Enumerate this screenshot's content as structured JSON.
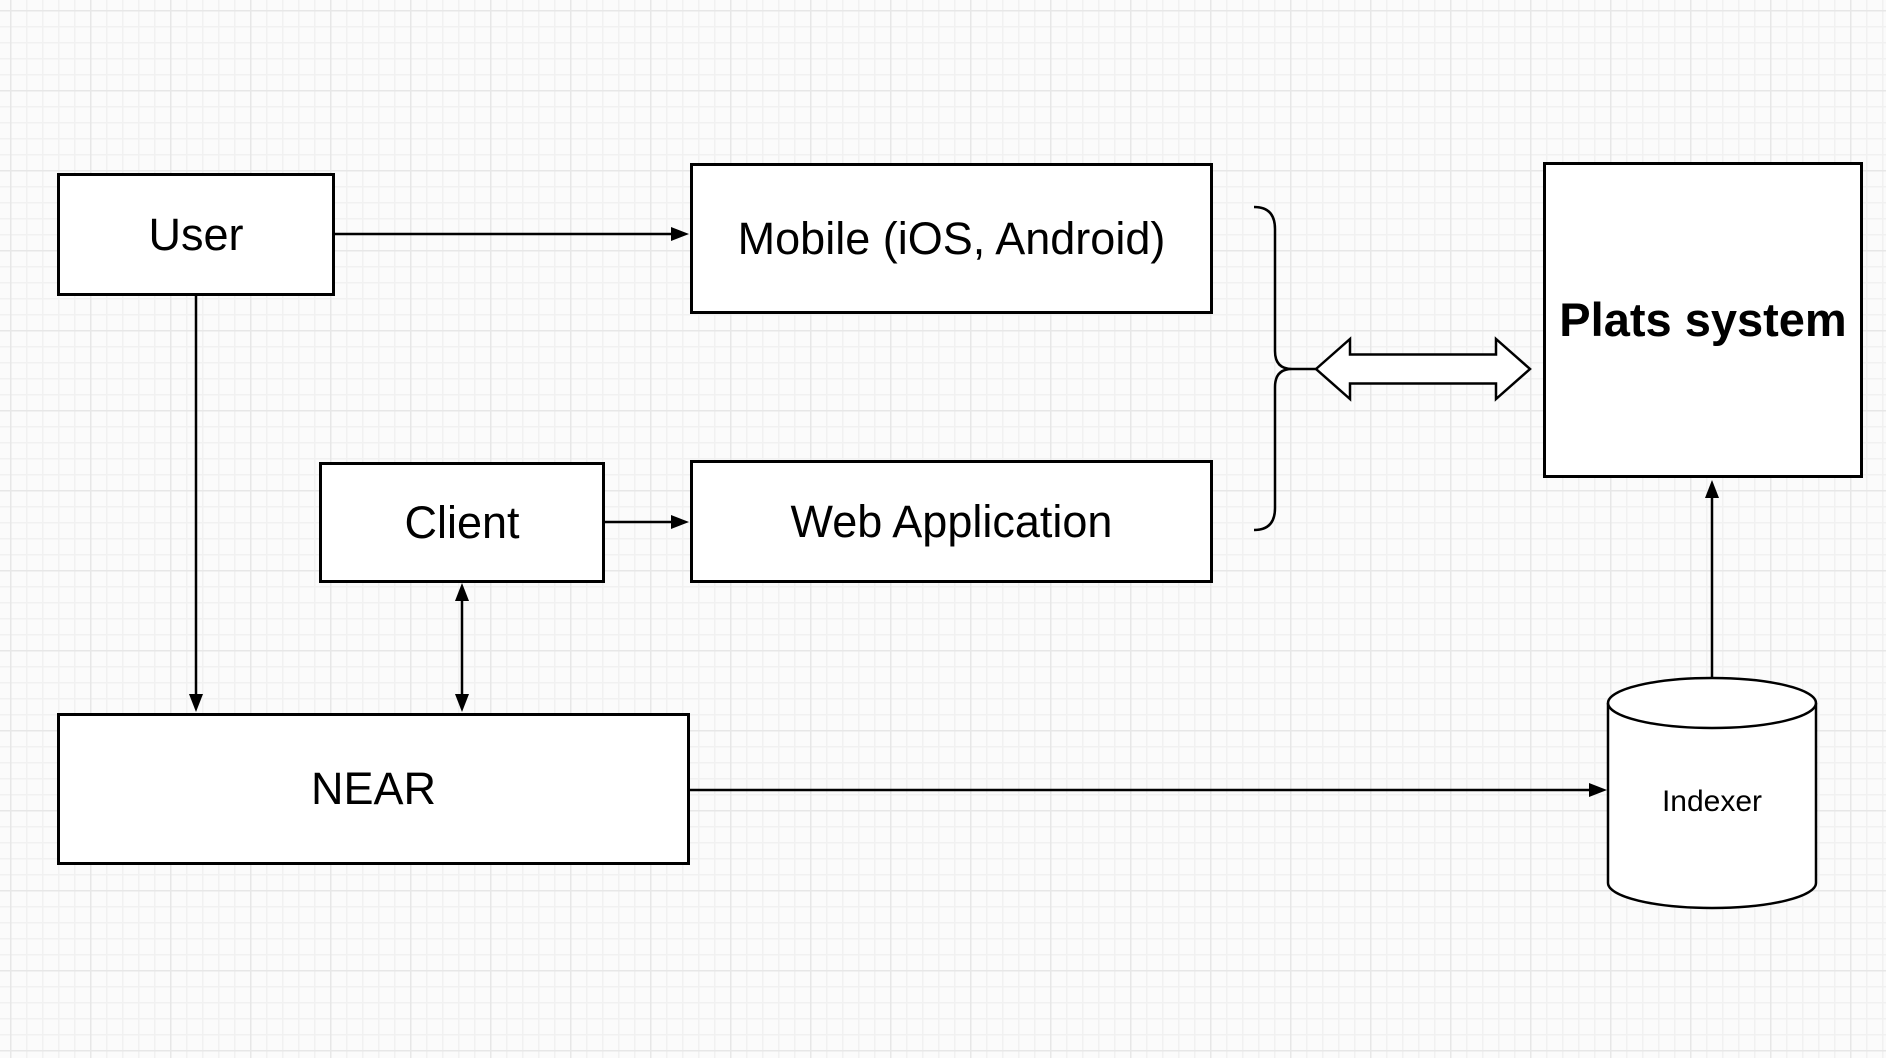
{
  "nodes": {
    "user": {
      "label": "User"
    },
    "mobile": {
      "label": "Mobile (iOS, Android)"
    },
    "client": {
      "label": "Client"
    },
    "web_application": {
      "label": "Web Application"
    },
    "near": {
      "label": "NEAR"
    },
    "plats_system": {
      "label": "Plats system"
    },
    "indexer": {
      "label": "Indexer"
    }
  },
  "edges": [
    {
      "from": "User",
      "to": "Mobile (iOS, Android)",
      "style": "single-arrow"
    },
    {
      "from": "User",
      "to": "NEAR",
      "style": "single-arrow"
    },
    {
      "from": "Client",
      "to": "Web Application",
      "style": "single-arrow"
    },
    {
      "from": "Client",
      "to": "NEAR",
      "style": "double-arrow"
    },
    {
      "from": "Mobile (iOS, Android) + Web Application",
      "to": "Plats system",
      "style": "brace-with-open-double-arrow"
    },
    {
      "from": "NEAR",
      "to": "Indexer",
      "style": "single-arrow"
    },
    {
      "from": "Indexer",
      "to": "Plats system",
      "style": "single-arrow"
    }
  ],
  "colors": {
    "stroke": "#000000",
    "node_fill": "#ffffff",
    "background": "#fbfbfb",
    "grid_minor": "#f1f1f1",
    "grid_major": "#e7e7e7"
  }
}
